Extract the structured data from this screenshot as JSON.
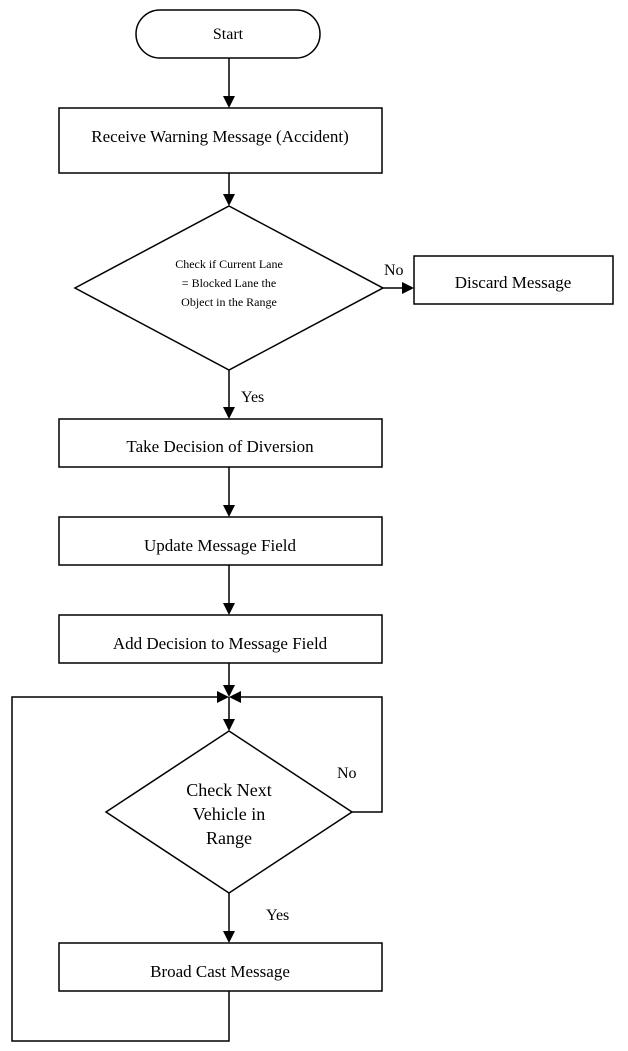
{
  "nodes": {
    "start": "Start",
    "receive": "Receive Warning Message (Accident)",
    "check_lane": [
      "Check if Current Lane",
      "= Blocked Lane  the",
      "Object in the Range"
    ],
    "discard": "Discard Message",
    "take_decision": "Take Decision of Diversion",
    "update": "Update Message Field",
    "add_decision": "Add Decision to Message Field",
    "check_next": [
      "Check Next",
      "Vehicle in",
      "Range"
    ],
    "broadcast": "Broad Cast Message"
  },
  "labels": {
    "no_discard": "No",
    "yes_take": "Yes",
    "no_loop": "No",
    "yes_broadcast": "Yes"
  }
}
